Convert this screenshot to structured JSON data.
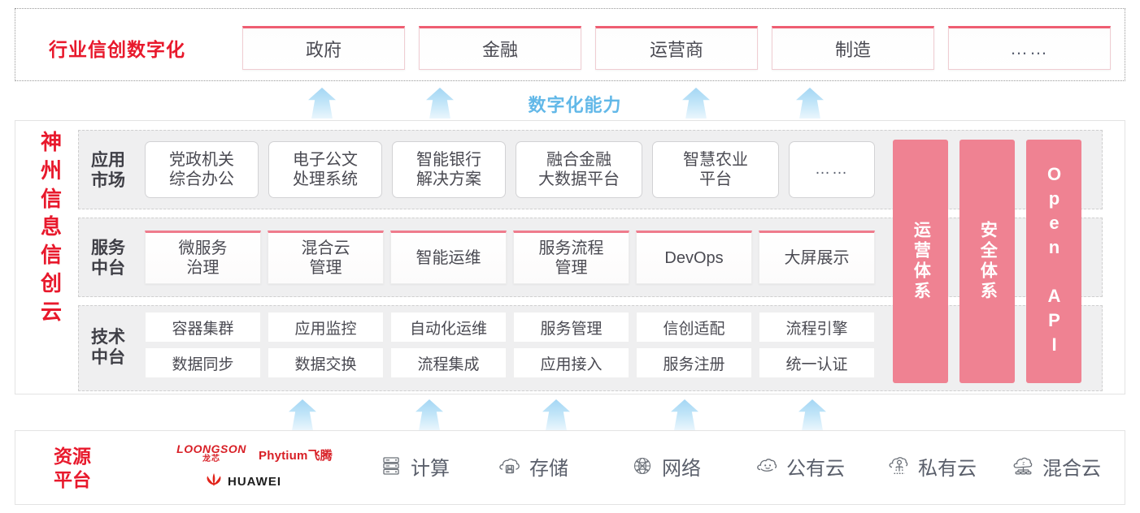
{
  "industry": {
    "title": "行业信创数字化",
    "boxes": [
      {
        "label": "政府",
        "name": "industry-box-government"
      },
      {
        "label": "金融",
        "name": "industry-box-finance"
      },
      {
        "label": "运营商",
        "name": "industry-box-carrier"
      },
      {
        "label": "制造",
        "name": "industry-box-manufacturing"
      },
      {
        "label": "……",
        "name": "industry-box-more"
      }
    ]
  },
  "connector": {
    "capability_label": "数字化能力",
    "arrow_icon": "up-arrow-icon",
    "upper_arrow_count": 4,
    "lower_arrow_count": 5
  },
  "cloud": {
    "title": "神州信息信创云",
    "layers": [
      {
        "key": "app",
        "label": "应用市场",
        "cards": [
          "党政机关\n综合办公",
          "电子公文\n处理系统",
          "智能银行\n解决方案",
          "融合金融\n大数据平台",
          "智慧农业\n平台",
          "……"
        ]
      },
      {
        "key": "service",
        "label": "服务中台",
        "cards": [
          "微服务\n治理",
          "混合云\n管理",
          "智能运维",
          "服务流程\n管理",
          "DevOps",
          "大屏展示"
        ]
      },
      {
        "key": "tech",
        "label": "技术中台",
        "row1": [
          "容器集群",
          "应用监控",
          "自动化运维",
          "服务管理",
          "信创适配",
          "流程引擎"
        ],
        "row2": [
          "数据同步",
          "数据交换",
          "流程集成",
          "应用接入",
          "服务注册",
          "统一认证"
        ]
      }
    ],
    "pillars": [
      {
        "label": "运营体系",
        "type": "cn",
        "name": "pillar-operations"
      },
      {
        "label": "安全体系",
        "type": "cn",
        "name": "pillar-security"
      },
      {
        "label": "Open API",
        "type": "en",
        "name": "pillar-open-api"
      }
    ]
  },
  "resource": {
    "title": "资源平台",
    "vendors": [
      {
        "name": "loongson-logo",
        "en": "LOONGSON",
        "cn": "龙芯"
      },
      {
        "name": "phytium-logo",
        "text": "Phytium飞腾"
      },
      {
        "name": "huawei-logo",
        "text": "HUAWEI"
      }
    ],
    "items": [
      {
        "label": "计算",
        "icon": "server-rack-icon"
      },
      {
        "label": "存储",
        "icon": "cloud-storage-icon"
      },
      {
        "label": "网络",
        "icon": "network-mesh-icon"
      },
      {
        "label": "公有云",
        "icon": "public-cloud-icon"
      },
      {
        "label": "私有云",
        "icon": "private-cloud-icon"
      },
      {
        "label": "混合云",
        "icon": "hybrid-cloud-icon"
      }
    ]
  },
  "colors": {
    "brand_red": "#e8192c",
    "pillar_pink": "#ef8292",
    "card_top_pink": "#ef7c8d",
    "arrow_blue": "#a4d6f4",
    "capability_blue": "#62b8e8",
    "panel_gray": "#efeff0"
  }
}
